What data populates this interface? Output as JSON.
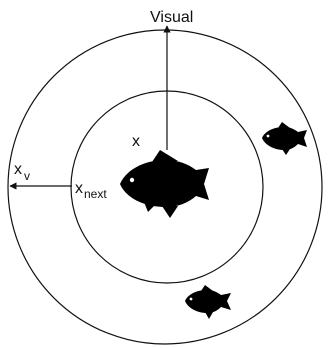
{
  "labels": {
    "visual": "Visual",
    "x": "x",
    "x_v_base": "x",
    "x_v_sub": "v",
    "x_next_base": "x",
    "x_next_sub": "next"
  },
  "icons": {
    "main_fish": "fish-icon",
    "small_fish_right": "fish-icon",
    "small_fish_bottom": "fish-icon"
  },
  "colors": {
    "stroke": "#111111",
    "fish": "#000000",
    "background": "#ffffff"
  }
}
